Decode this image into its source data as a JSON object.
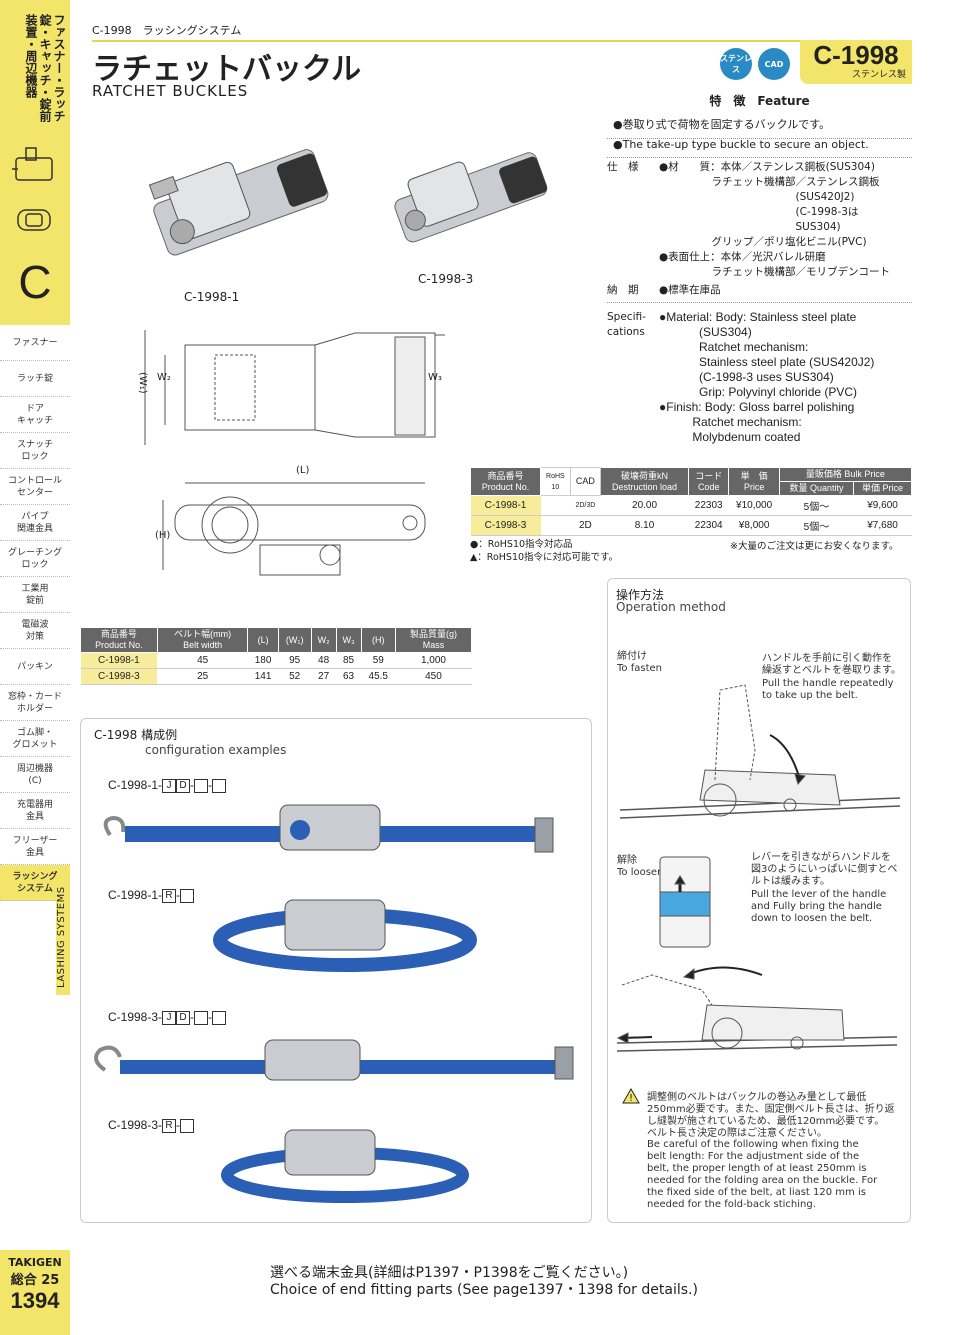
{
  "sidebar": {
    "category_title": "ファスナー・ラッチ錠・キャッチ・錠前装置・周辺機器",
    "letter": "C",
    "items": [
      {
        "label": "ファスナー"
      },
      {
        "label": "ラッチ錠"
      },
      {
        "label": "ドア\nキャッチ"
      },
      {
        "label": "スナッチ\nロック"
      },
      {
        "label": "コントロール\nセンター"
      },
      {
        "label": "パイプ\n関連金具"
      },
      {
        "label": "グレーチング\nロック"
      },
      {
        "label": "工業用\n錠前"
      },
      {
        "label": "電磁波\n対策"
      },
      {
        "label": "パッキン"
      },
      {
        "label": "窓枠・カード\nホルダー"
      },
      {
        "label": "ゴム脚・\nグロメット"
      },
      {
        "label": "周辺機器\n(C)"
      },
      {
        "label": "充電器用\n金具"
      },
      {
        "label": "フリーザー\n金具"
      },
      {
        "label": "ラッシング\nシステム"
      }
    ],
    "vertical_label": "LASHING SYSTEMS",
    "brand": "TAKIGEN",
    "catalog": "総合 25",
    "page": "1394"
  },
  "header": {
    "breadcrumb": "C-1998　ラッシングシステム",
    "title_jp": "ラチェットバックル",
    "title_en": "RATCHET  BUCKLES",
    "badge_stainless": "ステンレス",
    "badge_cad": "CAD",
    "model": "C-1998",
    "model_sub": "ステンレス製"
  },
  "photos": {
    "label1": "C-1998-1",
    "label3": "C-1998-3"
  },
  "drawing": {
    "w1": "(W₁)",
    "w2": "W₂",
    "w3": "W₃",
    "l": "(L)",
    "h": "(H)"
  },
  "features": {
    "heading": "特　徴　Feature",
    "jp": "●巻取り式で荷物を固定するバックルです。",
    "en": "●The take-up type buckle to secure an object."
  },
  "specs": {
    "label_jp": "仕　様",
    "body_jp": "●材　　質：本体／ステンレス鋼板(SUS304)\n　　　　　ラチェット機構部／ステンレス鋼板\n　　　　　　　　　　　　　(SUS420J2)\n　　　　　　　　　　　　　(C-1998-3は\n　　　　　　　　　　　　　SUS304)\n　　　　　グリップ／ポリ塩化ビニル(PVC)\n●表面仕上：本体／光沢バレル研磨\n　　　　　ラチェット機構部／モリブデンコート",
    "delivery_label": "納　期",
    "delivery": "●標準在庫品",
    "label_en": "Specifi-\ncations",
    "body_en": "●Material: Body: Stainless steel plate\n            (SUS304)\n            Ratchet mechanism:\n            Stainless steel plate (SUS420J2)\n            (C-1998-3 uses SUS304)\n            Grip: Polyvinyl chloride (PVC)\n●Finish: Body: Gloss barrel polishing\n          Ratchet mechanism:\n          Molybdenum coated"
  },
  "price_table": {
    "headers": {
      "product": "商品番号\nProduct No.",
      "rohs": "RoHS\n10",
      "cad": "CAD",
      "load": "破壊荷重kN\nDestruction load",
      "code": "コード\nCode",
      "price": "単　価\nPrice",
      "bulk": "量販価格 Bulk Price",
      "qty": "数量 Quantity",
      "bulk_price": "単価 Price"
    },
    "rows": [
      {
        "product": "C-1998-1",
        "rohs": "",
        "cad": "2D/3D",
        "load": "20.00",
        "code": "22303",
        "price": "¥10,000",
        "qty": "5個〜",
        "bulk_price": "¥9,600"
      },
      {
        "product": "C-1998-3",
        "rohs": "",
        "cad": "2D",
        "load": "8.10",
        "code": "22304",
        "price": "¥8,000",
        "qty": "5個〜",
        "bulk_price": "¥7,680"
      }
    ],
    "legend1": "●：RoHS10指令対応品",
    "legend2": "▲：RoHS10指令に対応可能です。",
    "note": "※大量のご注文は更にお安くなります。"
  },
  "dim_table": {
    "headers": {
      "product": "商品番号\nProduct No.",
      "belt": "ベルト幅(mm)\nBelt width",
      "l": "(L)",
      "w1": "(W₁)",
      "w2": "W₂",
      "w3": "W₃",
      "h": "(H)",
      "mass": "製品質量(g)\nMass"
    },
    "rows": [
      {
        "product": "C-1998-1",
        "belt": "45",
        "l": "180",
        "w1": "95",
        "w2": "48",
        "w3": "85",
        "h": "59",
        "mass": "1,000"
      },
      {
        "product": "C-1998-3",
        "belt": "25",
        "l": "141",
        "w1": "52",
        "w2": "27",
        "w3": "63",
        "h": "45.5",
        "mass": "450"
      }
    ]
  },
  "config": {
    "title": "C-1998 構成例",
    "subtitle": "configuration examples",
    "ex1_prefix": "C-1998-1-",
    "ex1_j": "J",
    "ex1_d": "D",
    "ex2_prefix": "C-1998-1-",
    "ex2_r": "R",
    "ex3_prefix": "C-1998-3-",
    "ex3_j": "J",
    "ex3_d": "D",
    "ex4_prefix": "C-1998-3-",
    "ex4_r": "R"
  },
  "operation": {
    "title": "操作方法",
    "subtitle": "Operation method",
    "fasten_jp": "締付け",
    "fasten_en": "To fasten",
    "fasten_desc_jp": "ハンドルを手前に引く動作を\n繰返すとベルトを巻取ります。",
    "fasten_desc_en": "Pull the handle repeatedly\nto take up the belt.",
    "loosen_jp": "解除",
    "loosen_en": "To loosen",
    "loosen_desc_jp": "レバーを引きながらハンドルを\n図3のようにいっぱいに倒すとベ\nルトは緩みます。",
    "loosen_desc_en": "Pull the lever of the handle\nand Fully bring the handle\ndown to loosen the belt.",
    "caution_jp": "調整側のベルトはバックルの巻込み量として最低\n250mm必要です。また、固定側ベルト長さは、折り返\nし縫製が施されているため、最低120mm必要です。\nベルト長さ決定の際はご注意ください。",
    "caution_en": "Be careful of the following when fixing the\nbelt length: For the adjustment side of the\nbelt, the proper length of at least 250mm is\nneeded for the folding area on the buckle. For\nthe fixed side of the belt, at liast 120 mm is\nneeded for the fold-back stiching."
  },
  "footer": {
    "jp": "選べる端末金具(詳細はP1397・P1398をご覧ください。)",
    "en": "Choice of end fitting parts (See page1397・1398 for details.)"
  },
  "colors": {
    "accent": "#f3e46a",
    "belt": "#2b5fb5",
    "badge": "#2a8bc4",
    "table_head": "#666666"
  }
}
